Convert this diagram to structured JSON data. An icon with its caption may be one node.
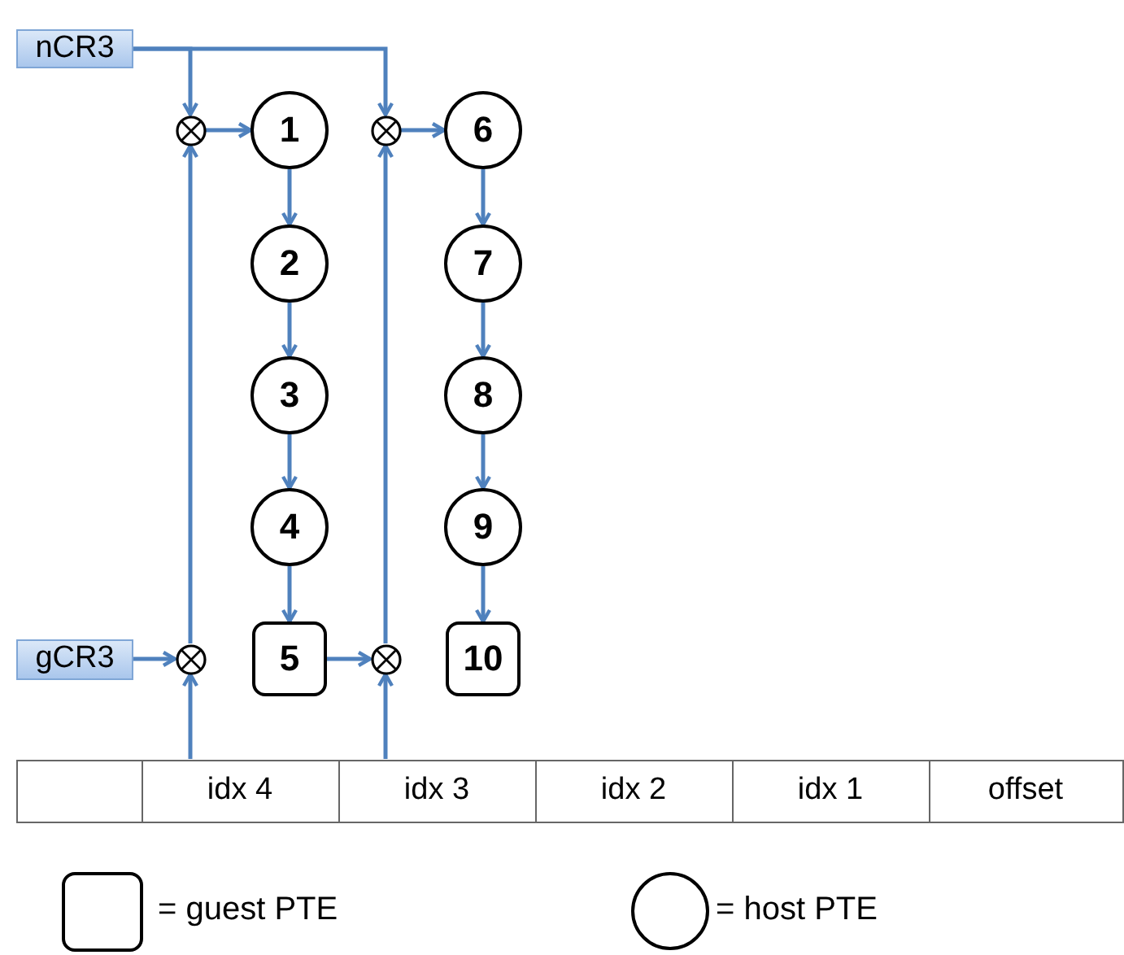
{
  "diagram": {
    "nodes": [
      {
        "text": [
          "nCR3"
        ]
      },
      {
        "text": [],
        "shape": "circle"
      },
      {
        "text": [
          "1"
        ]
      },
      {
        "text": [],
        "shape": "circle"
      },
      {
        "text": [
          "6"
        ]
      },
      {
        "text": [
          "2"
        ]
      },
      {
        "text": [
          "7"
        ]
      },
      {
        "text": [
          "3"
        ]
      },
      {
        "text": [
          "8"
        ]
      },
      {
        "text": [
          "4"
        ]
      },
      {
        "text": [
          "9"
        ]
      },
      {
        "text": [
          "gCR3"
        ]
      },
      {
        "text": [],
        "shape": "circle"
      },
      {
        "text": [
          "5"
        ]
      },
      {
        "text": [],
        "shape": "circle"
      },
      {
        "text": [
          "10"
        ]
      },
      {
        "text": [],
        "shape": "box"
      },
      {
        "text": [
          "idx 4"
        ]
      },
      {
        "text": [
          "idx 3"
        ]
      },
      {
        "text": [
          "idx 2"
        ]
      },
      {
        "text": [
          "idx 1"
        ]
      },
      {
        "text": [
          "offset"
        ]
      }
    ],
    "edges": [
      {
        "from": 0,
        "to": 1,
        "arrow": "to"
      },
      {
        "from": 0,
        "to": 3,
        "arrow": "to"
      },
      {
        "from": 1,
        "to": 2,
        "arrow": "to"
      },
      {
        "from": 2,
        "to": 5,
        "arrow": "to"
      },
      {
        "from": 5,
        "to": 7,
        "arrow": "to"
      },
      {
        "from": 7,
        "to": 9,
        "arrow": "to"
      },
      {
        "from": 9,
        "to": 13,
        "arrow": "to"
      },
      {
        "from": 13,
        "to": 14,
        "arrow": "to"
      },
      {
        "from": 3,
        "to": 4,
        "arrow": "to"
      },
      {
        "from": 4,
        "to": 6,
        "arrow": "to"
      },
      {
        "from": 6,
        "to": 8,
        "arrow": "to"
      },
      {
        "from": 8,
        "to": 10,
        "arrow": "to"
      },
      {
        "from": 10,
        "to": 15,
        "arrow": "to"
      },
      {
        "from": 11,
        "to": 12,
        "arrow": "to"
      },
      {
        "from": 12,
        "to": 1,
        "arrow": "to"
      },
      {
        "from": 14,
        "to": 3,
        "arrow": "to"
      },
      {
        "from": 17,
        "to": 12,
        "arrow": "to"
      },
      {
        "from": 18,
        "to": 14,
        "arrow": "to"
      }
    ],
    "legend": [
      {
        "text": "= guest PTE"
      },
      {
        "text": "= host PTE"
      }
    ]
  }
}
